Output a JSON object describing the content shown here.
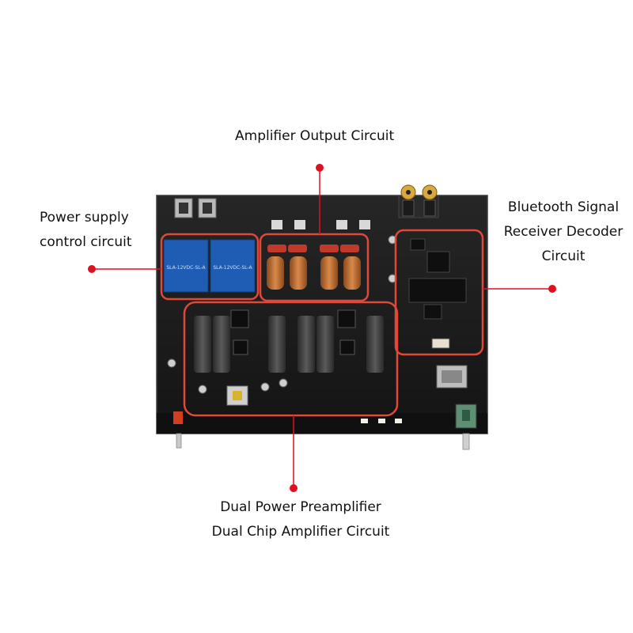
{
  "annotations": {
    "amplifier_output": {
      "lines": [
        "Amplifier Output Circuit"
      ]
    },
    "power_supply": {
      "lines": [
        "Power supply",
        "control circuit"
      ]
    },
    "bluetooth": {
      "lines": [
        "Bluetooth Signal",
        "Receiver Decoder",
        "Circuit"
      ]
    },
    "preamp": {
      "lines": [
        "Dual Power Preamplifier",
        "Dual Chip Amplifier Circuit"
      ]
    }
  },
  "relays": [
    {
      "text": "SLA-12VDC-SL-A"
    },
    {
      "text": "SLA-12VDC-SL-A"
    }
  ],
  "colors": {
    "highlight": "#e0483a",
    "board": "#1b1b1b",
    "relay": "#1e5db3",
    "marker": "#e01020"
  }
}
